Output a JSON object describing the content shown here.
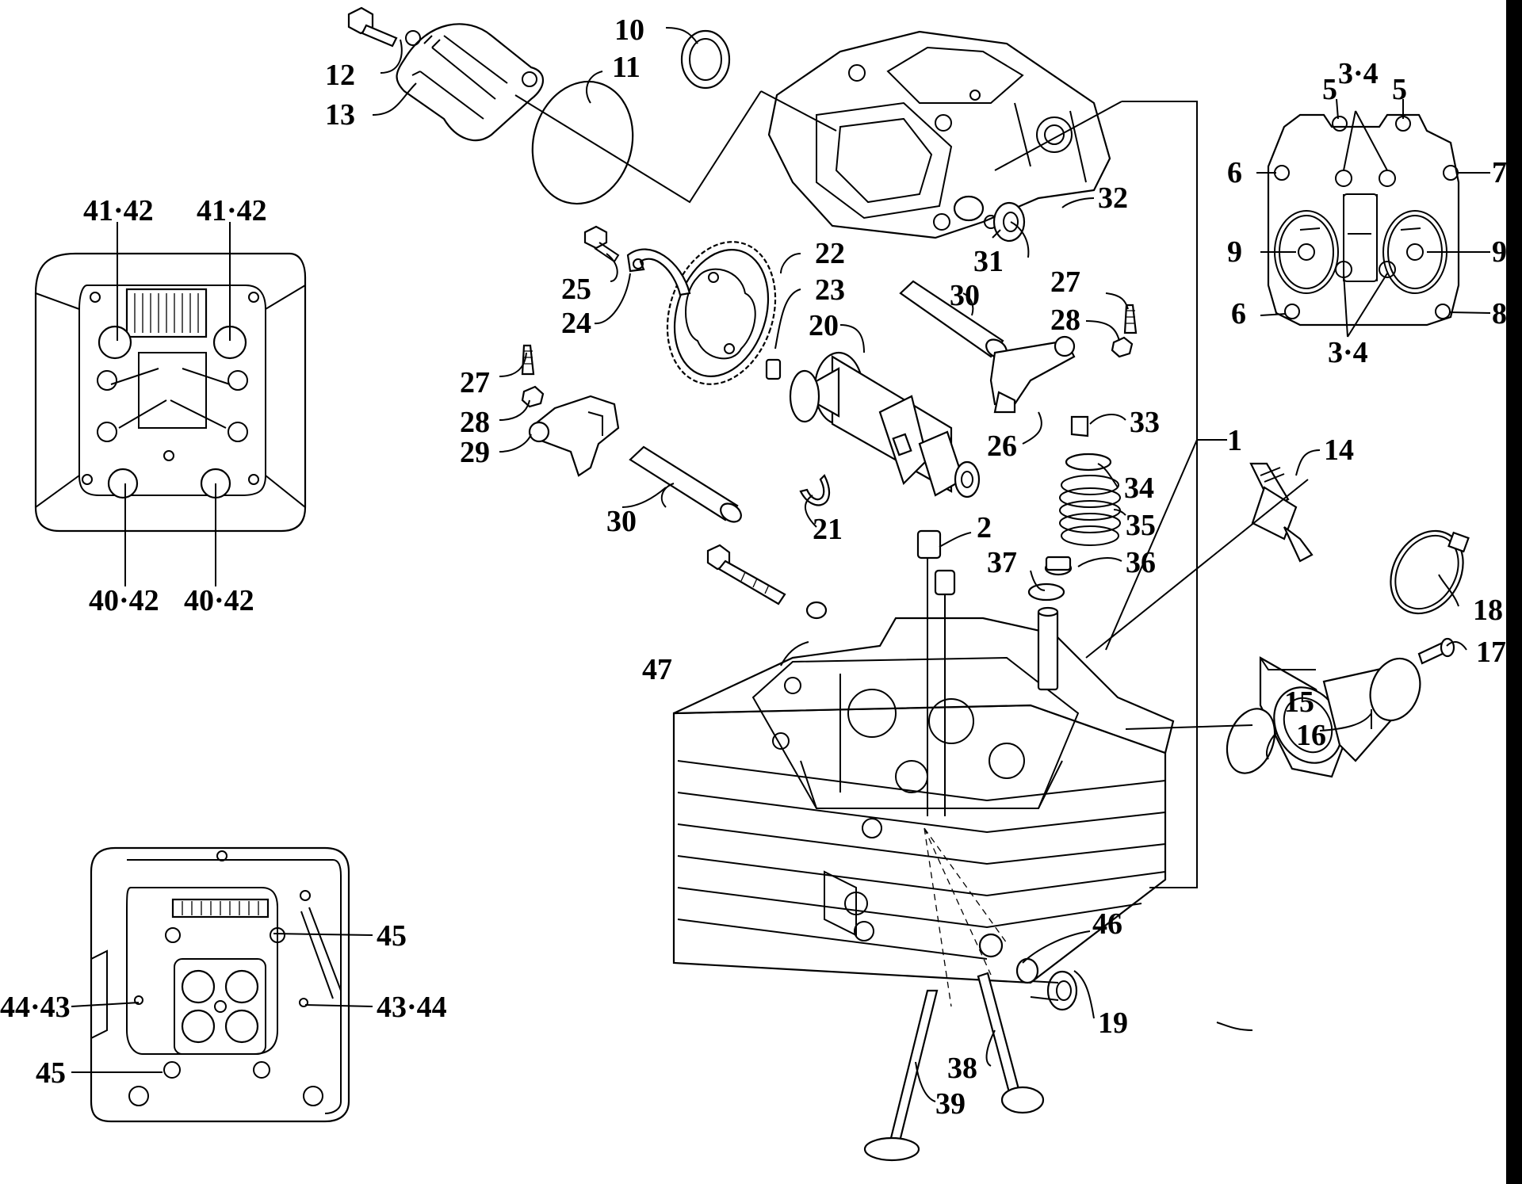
{
  "colors": {
    "ink": "#000000",
    "paper": "#ffffff"
  },
  "callouts": {
    "c1": "1",
    "c2": "2",
    "c5a": "5",
    "c5b": "5",
    "c6a": "6",
    "c6b": "6",
    "c7": "7",
    "c8": "8",
    "c9a": "9",
    "c9b": "9",
    "c10": "10",
    "c11": "11",
    "c12": "12",
    "c13": "13",
    "c14": "14",
    "c15": "15",
    "c16": "16",
    "c17": "17",
    "c18": "18",
    "c19": "19",
    "c20": "20",
    "c21": "21",
    "c22": "22",
    "c23": "23",
    "c24": "24",
    "c25": "25",
    "c26": "26",
    "c27a": "27",
    "c27b": "27",
    "c28a": "28",
    "c28b": "28",
    "c29": "29",
    "c30a": "30",
    "c30b": "30",
    "c31": "31",
    "c32": "32",
    "c33": "33",
    "c34": "34",
    "c35": "35",
    "c36": "36",
    "c37": "37",
    "c38": "38",
    "c39": "39",
    "c45a": "45",
    "c45b": "45",
    "c46": "46",
    "c47": "47",
    "c34top": "3·4",
    "c34bot": "3·4",
    "c4142a": "41·42",
    "c4142b": "41·42",
    "c4042a": "40·42",
    "c4042b": "40·42",
    "c4443": "44·43",
    "c4344": "43·44"
  }
}
